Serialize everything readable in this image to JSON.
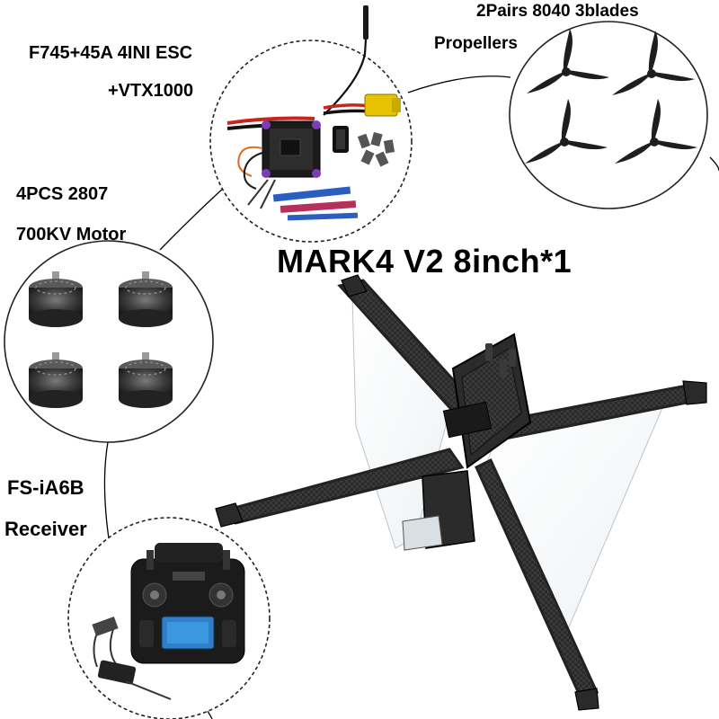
{
  "labels": {
    "flight_controller_line1": "F745+45A 4INI ESC",
    "flight_controller_line2": "+VTX1000",
    "propellers_line1": "2Pairs 8040 3blades",
    "propellers_line2": "Propellers",
    "motors_line1": "4PCS 2807",
    "motors_line2": "700KV Motor",
    "frame_title": "MARK4 V2 8inch*1",
    "receiver_line1": "FS-iA6B",
    "receiver_line2": "Receiver"
  },
  "product_images": {
    "motor_icon": "brushless-motor",
    "propeller_icon": "three-blade-propeller",
    "stack_icon": "flight-controller-stack",
    "transmitter_icon": "radio-transmitter",
    "frame_icon": "carbon-fiber-x-frame"
  },
  "colors": {
    "carbon": "#2b2b2b",
    "propeller": "#1e1e1e",
    "fc_purple": "#7b3fb5",
    "xt60_yellow": "#e7c200",
    "circle_border": "#222222"
  }
}
